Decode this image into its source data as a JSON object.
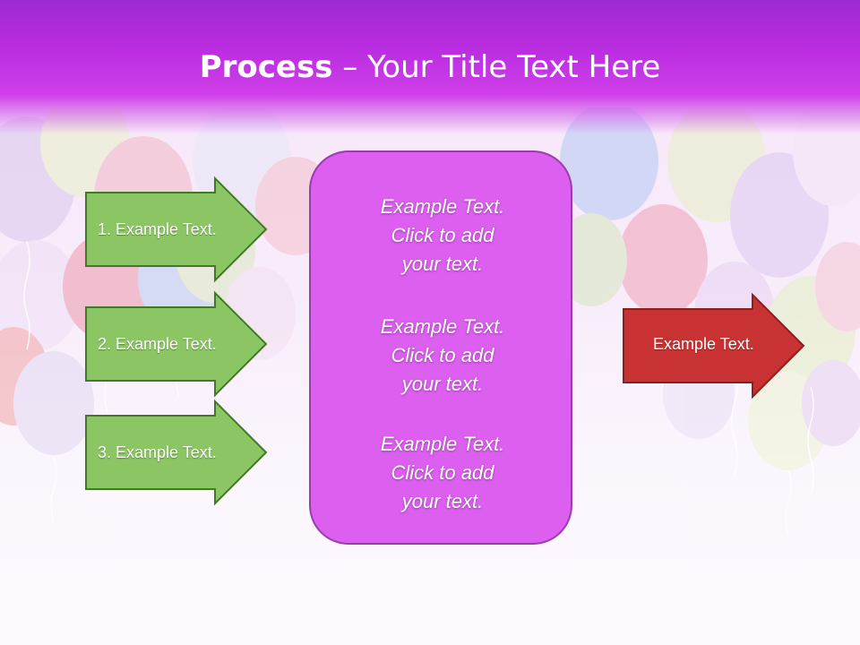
{
  "slide": {
    "title_bold": "Process",
    "title_rest": " – Your Title Text Here",
    "left_arrows": [
      {
        "label": "1. Example Text."
      },
      {
        "label": "2. Example Text."
      },
      {
        "label": "3. Example Text."
      }
    ],
    "center_blocks": [
      {
        "line1": "Example Text.",
        "line2": "Click  to add",
        "line3": "your text."
      },
      {
        "line1": "Example Text.",
        "line2": "Click  to add",
        "line3": "your text."
      },
      {
        "line1": "Example Text.",
        "line2": "Click  to add",
        "line3": "your text."
      }
    ],
    "right_arrow": {
      "label": "Example Text."
    }
  },
  "colors": {
    "header": "#c13be6",
    "green_arrow": "#8cc563",
    "green_border": "#3f7a25",
    "red_arrow": "#c83232",
    "red_border": "#8a1f1f",
    "center_box": "#dc5ff0",
    "center_border": "#9a3cae"
  }
}
